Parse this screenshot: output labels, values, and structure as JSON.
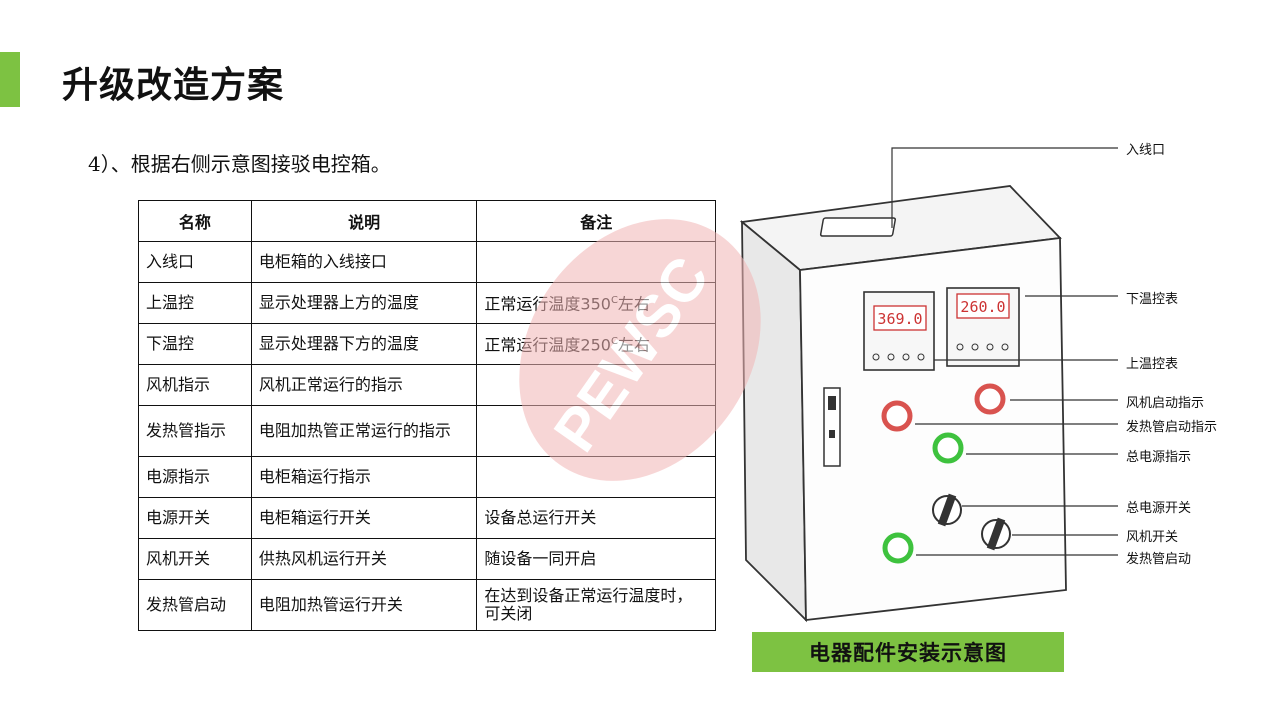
{
  "header": {
    "title": "升级改造方案"
  },
  "step_text": "4）、根据右侧示意图接驳电控箱。",
  "table": {
    "headers": [
      "名称",
      "说明",
      "备注"
    ],
    "rows": [
      {
        "name": "入线口",
        "desc": "电柜箱的入线接口",
        "note": ""
      },
      {
        "name": "上温控",
        "desc": "显示处理器上方的温度",
        "note_prefix": "正常运行温度350",
        "note_sup": "C",
        "note_suffix": "左右"
      },
      {
        "name": "下温控",
        "desc": "显示处理器下方的温度",
        "note_prefix": "正常运行温度250",
        "note_sup": "C",
        "note_suffix": "左右"
      },
      {
        "name": "风机指示",
        "desc": "风机正常运行的指示",
        "note": ""
      },
      {
        "name": "发热管指示",
        "desc": "电阻加热管正常运行的指示",
        "note": ""
      },
      {
        "name": "电源指示",
        "desc": "电柜箱运行指示",
        "note": ""
      },
      {
        "name": "电源开关",
        "desc": "电柜箱运行开关",
        "note": "设备总运行开关"
      },
      {
        "name": "风机开关",
        "desc": "供热风机运行开关",
        "note": "随设备一同开启"
      },
      {
        "name": "发热管启动",
        "desc": "电阻加热管运行开关",
        "note": "在达到设备正常运行温度时，可关闭"
      }
    ]
  },
  "diagram": {
    "displays": {
      "left": "369.0",
      "right": "260.0"
    },
    "labels": {
      "inlet": "入线口",
      "lower_temp": "下温控表",
      "upper_temp": "上温控表",
      "fan_indicator": "风机启动指示",
      "heater_indicator": "发热管启动指示",
      "power_indicator": "总电源指示",
      "power_switch": "总电源开关",
      "fan_switch": "风机开关",
      "heater_start": "发热管启动"
    },
    "caption": "电器配件安装示意图"
  },
  "watermark": {
    "text": "PEWSC"
  },
  "colors": {
    "accent": "#7dc242",
    "watermark": "#f2b6b6",
    "indicator_red": "#d9534f",
    "indicator_green": "#3ec23e"
  }
}
